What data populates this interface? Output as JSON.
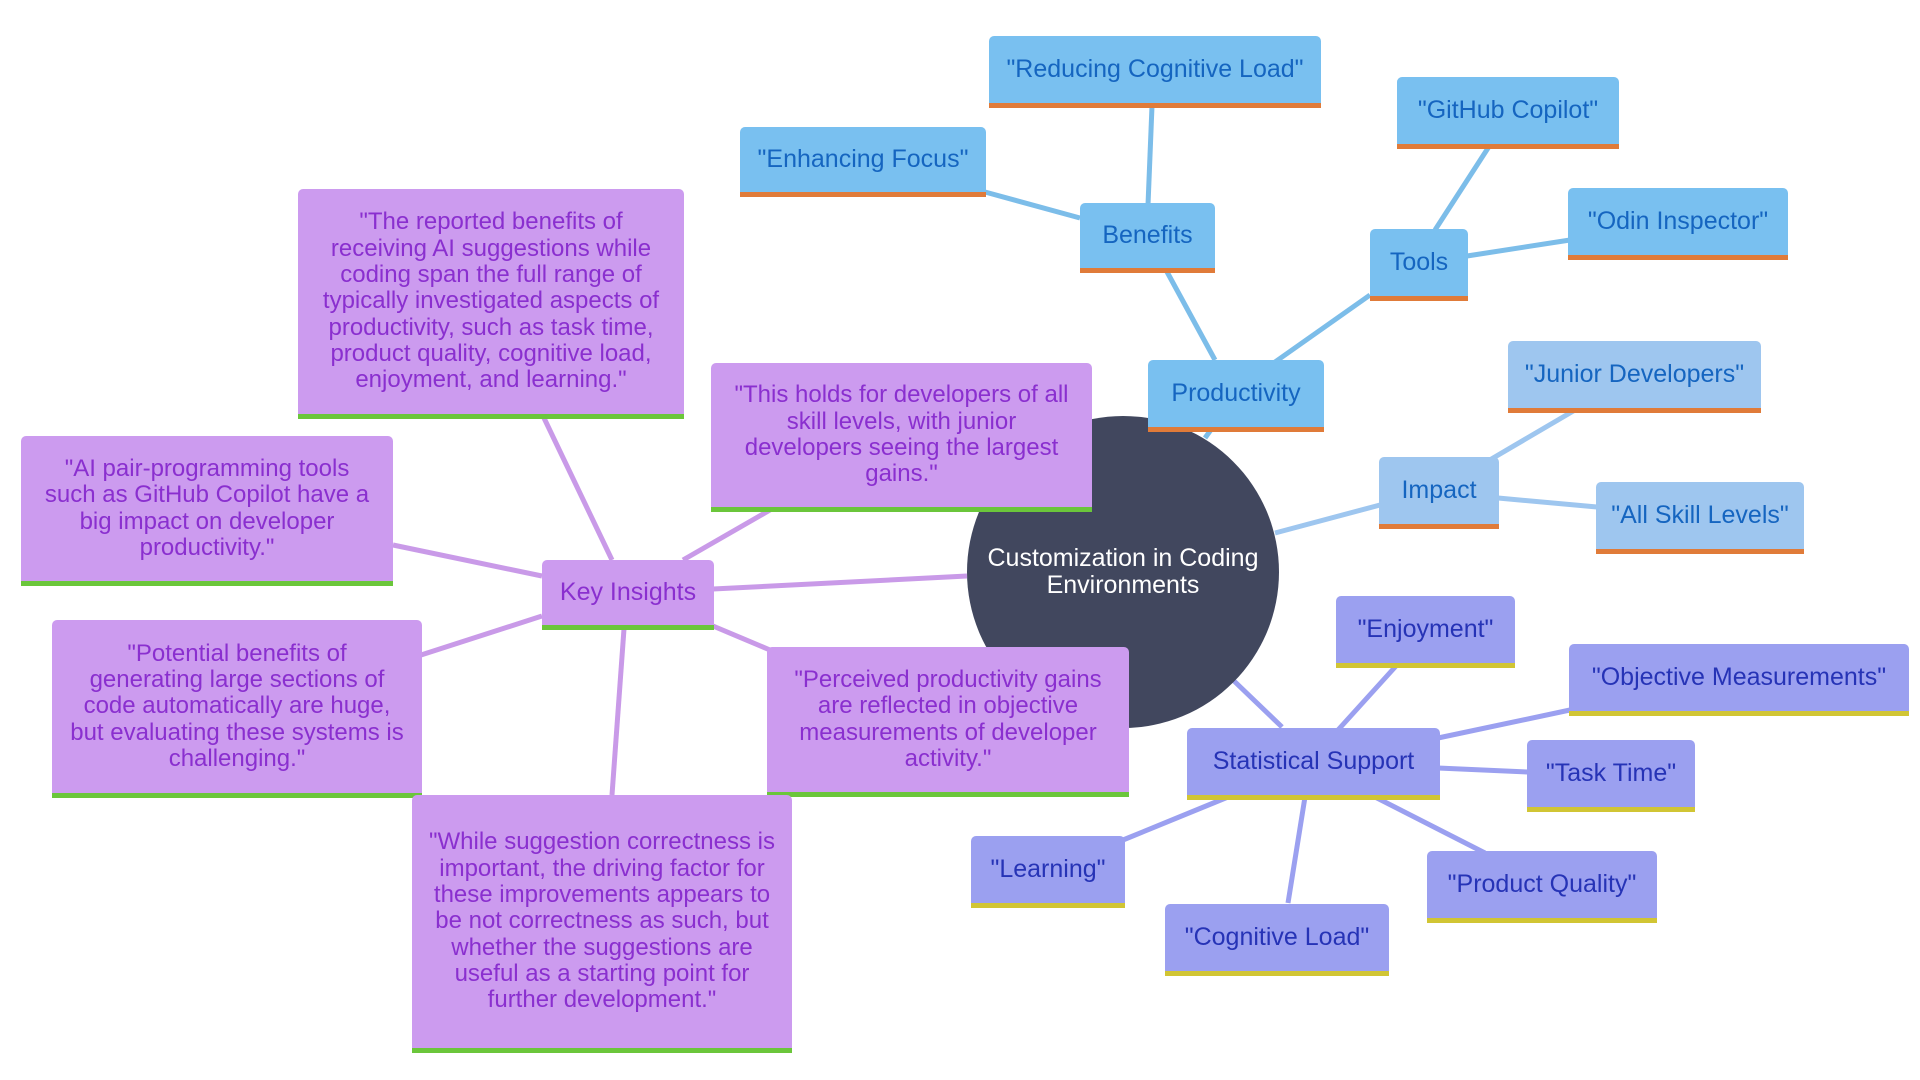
{
  "root": {
    "label": "Customization in Coding Environments"
  },
  "productivity": {
    "label": "Productivity",
    "benefits": {
      "label": "Benefits",
      "items": [
        "\"Reducing Cognitive Load\"",
        "\"Enhancing Focus\""
      ]
    },
    "tools": {
      "label": "Tools",
      "items": [
        "\"GitHub Copilot\"",
        "\"Odin Inspector\""
      ]
    }
  },
  "impact": {
    "label": "Impact",
    "items": [
      "\"Junior Developers\"",
      "\"All Skill Levels\""
    ]
  },
  "statistical_support": {
    "label": "Statistical Support",
    "items": [
      "\"Enjoyment\"",
      "\"Objective Measurements\"",
      "\"Task Time\"",
      "\"Product Quality\"",
      "\"Cognitive Load\"",
      "\"Learning\""
    ]
  },
  "key_insights": {
    "label": "Key Insights",
    "quotes": [
      "\"The reported benefits of receiving AI suggestions while coding span the full range of typically investigated aspects of productivity, such as task time, product quality, cognitive load, enjoyment, and learning.\"",
      "\"This holds for developers of all skill levels, with junior developers seeing the largest gains.\"",
      "\"AI pair-programming tools such as GitHub Copilot have a big impact on developer productivity.\"",
      "\"Potential benefits of generating large sections of code automatically are huge, but evaluating these systems is challenging.\"",
      "\"Perceived productivity gains are reflected in objective measurements of developer activity.\"",
      "\"While suggestion correctness is important, the driving factor for these improvements appears to be not correctness as such, but whether the suggestions are useful as a starting point for further development.\""
    ]
  },
  "colors": {
    "root": "#41475e",
    "productivity_fill": "#79c0f0",
    "impact_fill": "#9ec6ef",
    "statistical_fill": "#9ba0f0",
    "insights_fill": "#cc9bef",
    "productivity_edge": "#7cbde9",
    "impact_edge": "#9ec6ef",
    "statistical_edge": "#9ba0f0",
    "insights_edge": "#c99ae8"
  }
}
